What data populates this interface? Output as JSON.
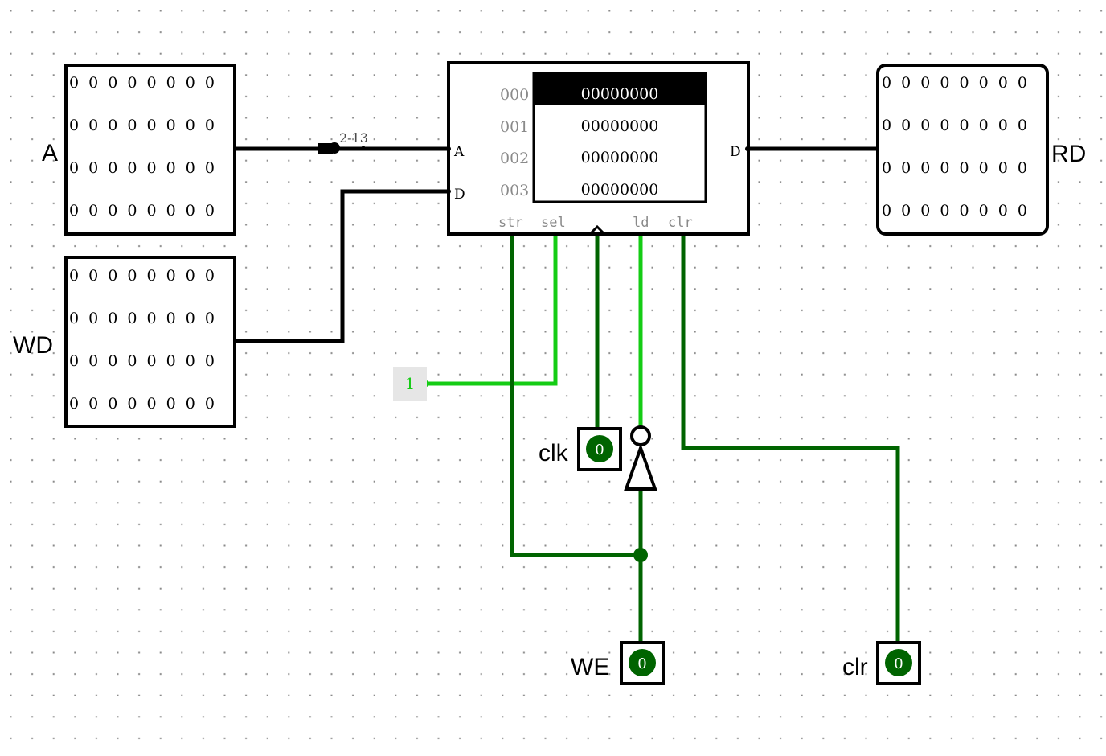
{
  "labels": {
    "a": "A",
    "wd": "WD",
    "rd": "RD",
    "clk": "clk",
    "we": "WE",
    "clr": "clr"
  },
  "pins": {
    "a": [
      "0 0 0 0 0 0 0 0",
      "0 0 0 0 0 0 0 0",
      "0 0 0 0 0 0 0 0",
      "0 0 0 0 0 0 0 0"
    ],
    "wd": [
      "0 0 0 0 0 0 0 0",
      "0 0 0 0 0 0 0 0",
      "0 0 0 0 0 0 0 0",
      "0 0 0 0 0 0 0 0"
    ],
    "rd": [
      "0 0 0 0 0 0 0 0",
      "0 0 0 0 0 0 0 0",
      "0 0 0 0 0 0 0 0",
      "0 0 0 0 0 0 0 0"
    ]
  },
  "splitter_label": "2-13",
  "ram": {
    "port_a": "A",
    "port_d_in": "D",
    "port_d_out": "D",
    "bottom_ports": {
      "str": "str",
      "sel": "sel",
      "ld": "ld",
      "clr": "clr"
    },
    "addresses": [
      "000",
      "001",
      "002",
      "003"
    ],
    "contents": [
      "00000000",
      "00000000",
      "00000000",
      "00000000"
    ]
  },
  "constant_value": "1",
  "switches": {
    "clk": "0",
    "we": "0",
    "clr": "0"
  },
  "colors": {
    "bus": "#000000",
    "wire_low": "#006400",
    "wire_high": "#14cc14",
    "grid_dot": "#8a8a8a",
    "ram_label": "#8a8a8a",
    "constant_bg": "#e6e6e6"
  }
}
